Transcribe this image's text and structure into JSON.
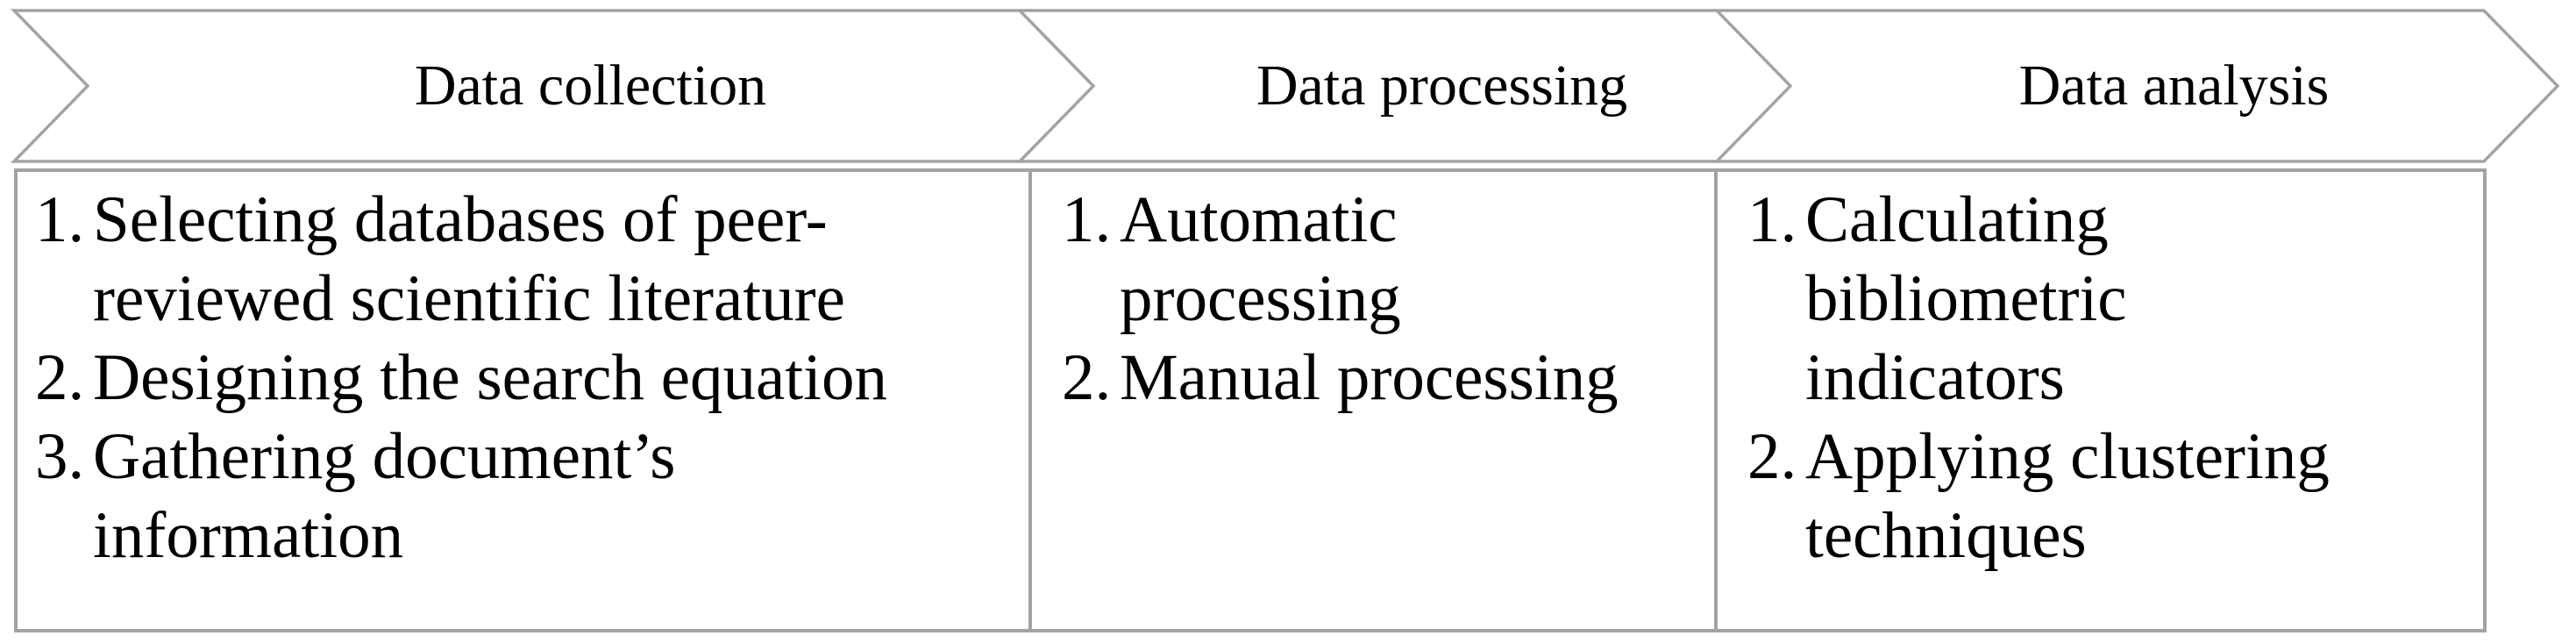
{
  "figure": {
    "title_hint": "bibliometric workflow process diagram",
    "colors": {
      "line": "#a3a3a3",
      "text": "#000000",
      "background": "#ffffff"
    },
    "stages": [
      {
        "label": "Data collection",
        "steps": [
          {
            "num": "1.",
            "text": "Selecting databases of peer-\nreviewed scientific literature"
          },
          {
            "num": "2.",
            "text": "Designing the search equation"
          },
          {
            "num": "3.",
            "text": "Gathering document’s\ninformation"
          }
        ]
      },
      {
        "label": "Data processing",
        "steps": [
          {
            "num": "1.",
            "text": "Automatic\nprocessing"
          },
          {
            "num": "2.",
            "text": "Manual processing"
          }
        ]
      },
      {
        "label": "Data analysis",
        "steps": [
          {
            "num": "1.",
            "text": "Calculating\nbibliometric\nindicators"
          },
          {
            "num": "2.",
            "text": "Applying clustering\ntechniques"
          }
        ]
      }
    ]
  }
}
